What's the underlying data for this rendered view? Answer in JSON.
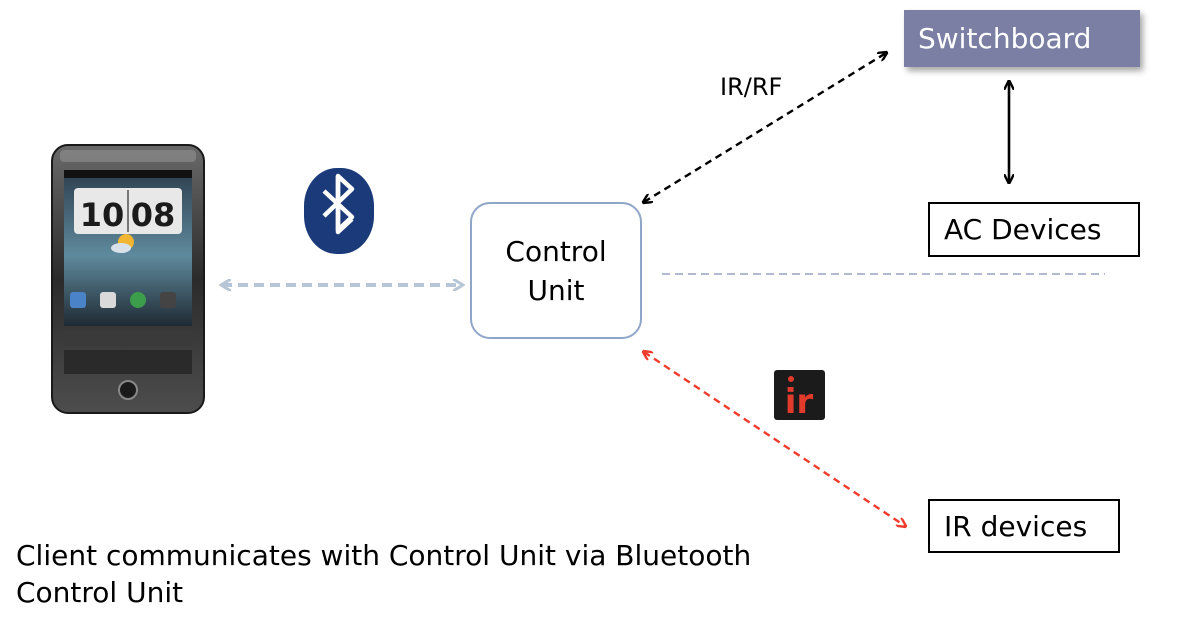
{
  "nodes": {
    "switchboard": "Switchboard",
    "control_unit_line1": "Control",
    "control_unit_line2": "Unit",
    "ac_devices": "AC Devices",
    "ir_devices": "IR devices"
  },
  "edge_labels": {
    "ir_rf": "IR/RF"
  },
  "caption": {
    "line1": "Client communicates with Control Unit via Bluetooth",
    "line2": "Control Unit"
  },
  "icons": {
    "phone": "smartphone-icon",
    "bluetooth": "bluetooth-icon",
    "ir": "ir-logo-icon",
    "ir_logo_text": "ir"
  },
  "phone_screen": {
    "hour": "10",
    "minute": "08"
  },
  "colors": {
    "switchboard_fill": "#7b7fa3",
    "bluetooth_link": "#b7c6d6",
    "ir_link": "#f03a2b",
    "bluetooth_badge": "#1a3a7a",
    "ir_badge": "#1b1b1b"
  }
}
